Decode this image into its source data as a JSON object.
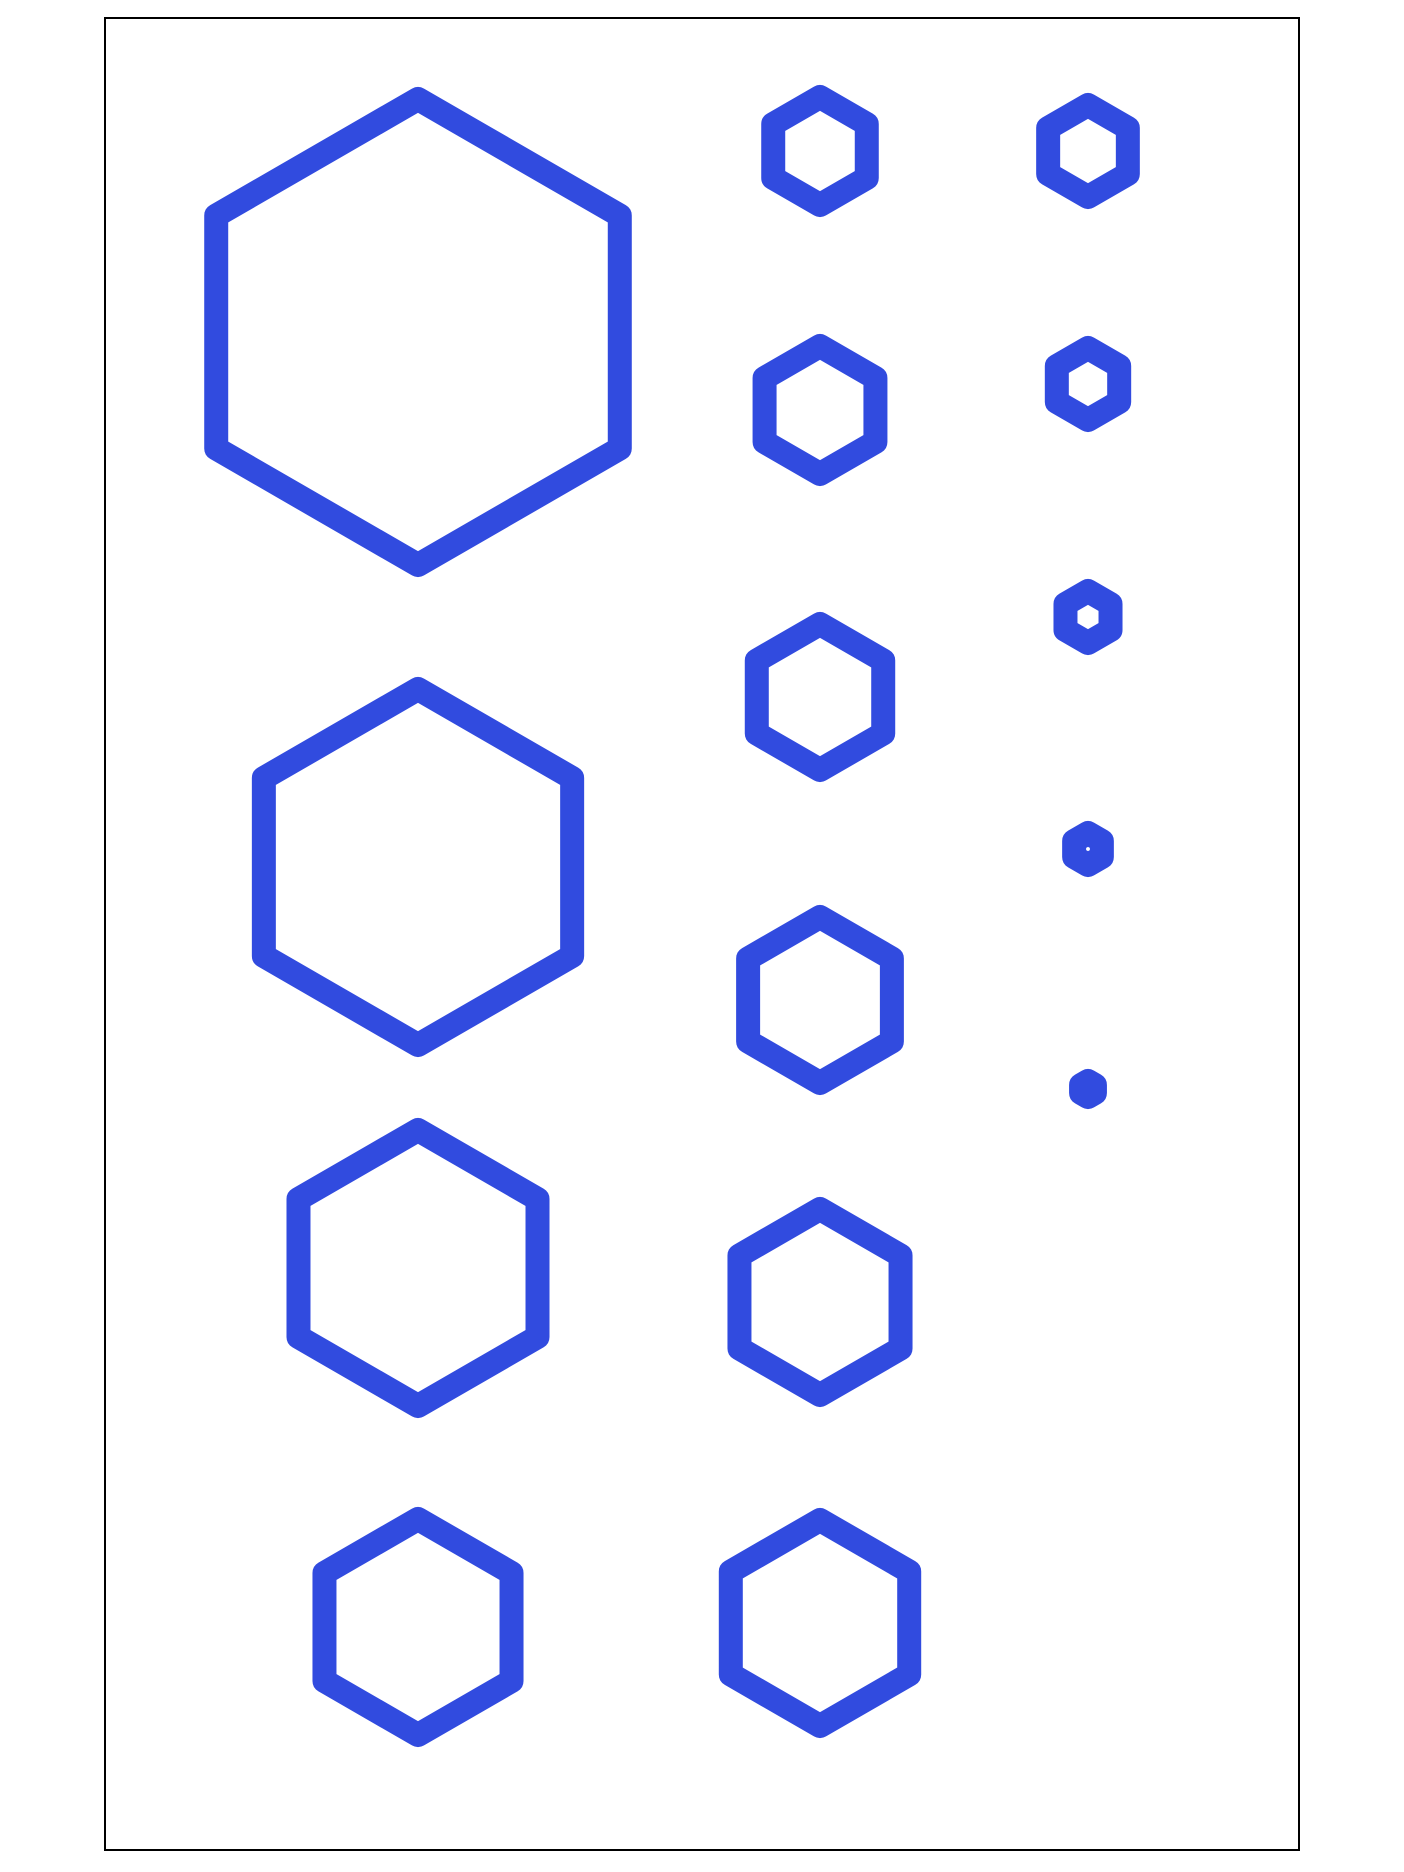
{
  "colors": {
    "background": "#ffffff",
    "frame": "#000000",
    "hexagon_stroke": "#314bdf"
  },
  "hexagons": {
    "column_1": [
      {
        "id": "hex-c1-1"
      },
      {
        "id": "hex-c1-2"
      },
      {
        "id": "hex-c1-3"
      },
      {
        "id": "hex-c1-4"
      }
    ],
    "column_2": [
      {
        "id": "hex-c2-1"
      },
      {
        "id": "hex-c2-2"
      },
      {
        "id": "hex-c2-3"
      },
      {
        "id": "hex-c2-4"
      },
      {
        "id": "hex-c2-5"
      },
      {
        "id": "hex-c2-6"
      }
    ],
    "column_3": [
      {
        "id": "hex-c3-1"
      },
      {
        "id": "hex-c3-2"
      },
      {
        "id": "hex-c3-3"
      },
      {
        "id": "hex-c3-4"
      },
      {
        "id": "hex-c3-5"
      }
    ]
  }
}
